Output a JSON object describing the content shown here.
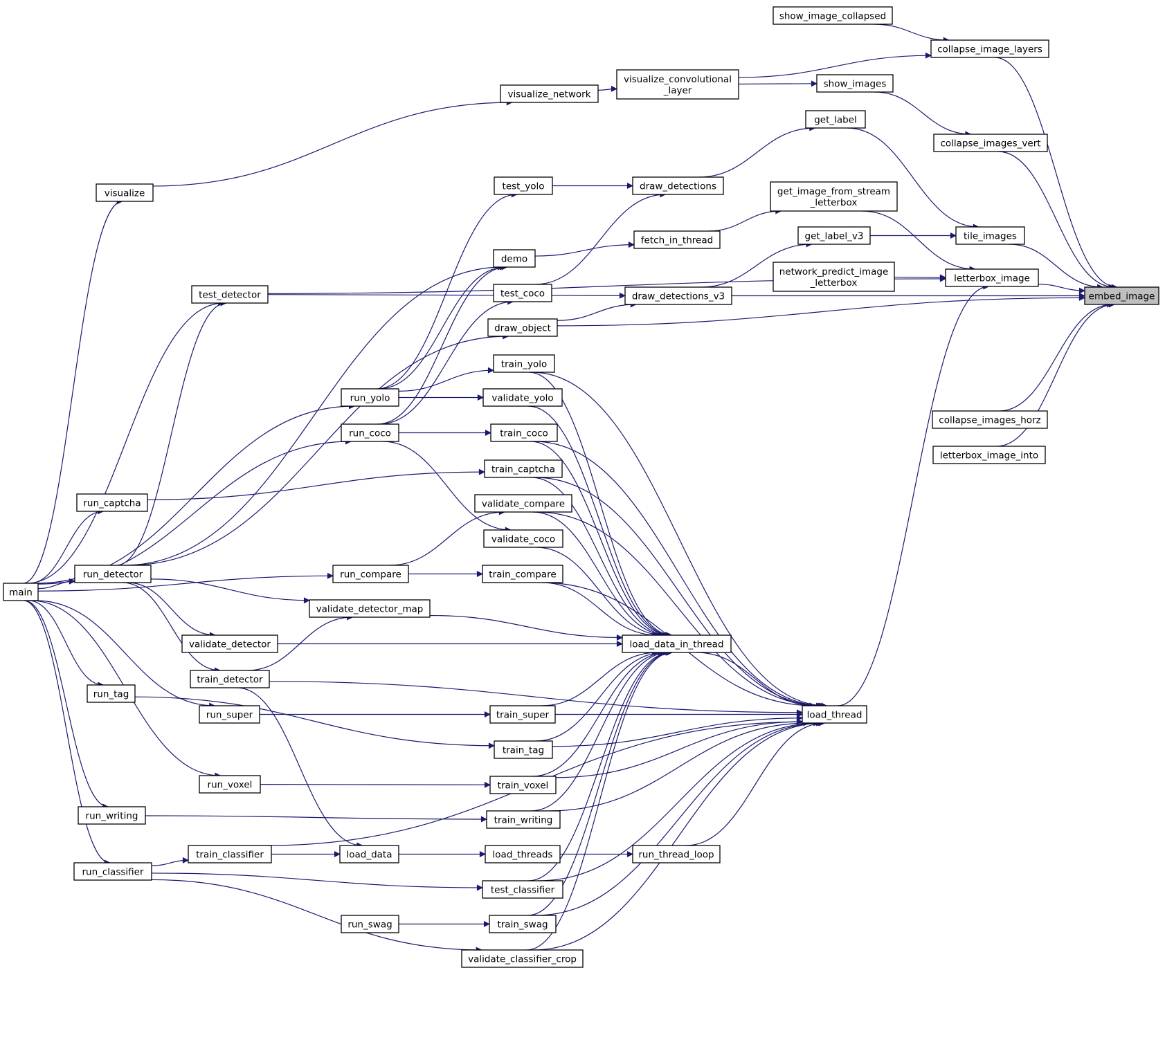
{
  "colors": {
    "edge": "#191970",
    "node_border": "#000000",
    "root_fill": "#bfbfbf",
    "node_fill": "#ffffff"
  },
  "nodes": [
    {
      "id": "embed_image",
      "lines": [
        "embed_image"
      ],
      "root": true
    },
    {
      "id": "show_image_collapsed",
      "lines": [
        "show_image_collapsed"
      ]
    },
    {
      "id": "collapse_image_layers",
      "lines": [
        "collapse_image_layers"
      ]
    },
    {
      "id": "visualize_convolutional_layer",
      "lines": [
        "visualize_convolutional",
        "_layer"
      ]
    },
    {
      "id": "visualize_network",
      "lines": [
        "visualize_network"
      ]
    },
    {
      "id": "show_images",
      "lines": [
        "show_images"
      ]
    },
    {
      "id": "get_label",
      "lines": [
        "get_label"
      ]
    },
    {
      "id": "collapse_images_vert",
      "lines": [
        "collapse_images_vert"
      ]
    },
    {
      "id": "visualize",
      "lines": [
        "visualize"
      ]
    },
    {
      "id": "test_yolo",
      "lines": [
        "test_yolo"
      ]
    },
    {
      "id": "draw_detections",
      "lines": [
        "draw_detections"
      ]
    },
    {
      "id": "get_image_from_stream_letterbox",
      "lines": [
        "get_image_from_stream",
        "_letterbox"
      ]
    },
    {
      "id": "fetch_in_thread",
      "lines": [
        "fetch_in_thread"
      ]
    },
    {
      "id": "get_label_v3",
      "lines": [
        "get_label_v3"
      ]
    },
    {
      "id": "tile_images",
      "lines": [
        "tile_images"
      ]
    },
    {
      "id": "demo",
      "lines": [
        "demo"
      ]
    },
    {
      "id": "network_predict_image_letterbox",
      "lines": [
        "network_predict_image",
        "_letterbox"
      ]
    },
    {
      "id": "letterbox_image",
      "lines": [
        "letterbox_image"
      ]
    },
    {
      "id": "test_detector",
      "lines": [
        "test_detector"
      ]
    },
    {
      "id": "test_coco",
      "lines": [
        "test_coco"
      ]
    },
    {
      "id": "draw_detections_v3",
      "lines": [
        "draw_detections_v3"
      ]
    },
    {
      "id": "draw_object",
      "lines": [
        "draw_object"
      ]
    },
    {
      "id": "train_yolo",
      "lines": [
        "train_yolo"
      ]
    },
    {
      "id": "run_yolo",
      "lines": [
        "run_yolo"
      ]
    },
    {
      "id": "validate_yolo",
      "lines": [
        "validate_yolo"
      ]
    },
    {
      "id": "collapse_images_horz",
      "lines": [
        "collapse_images_horz"
      ]
    },
    {
      "id": "run_coco",
      "lines": [
        "run_coco"
      ]
    },
    {
      "id": "train_coco",
      "lines": [
        "train_coco"
      ]
    },
    {
      "id": "letterbox_image_into",
      "lines": [
        "letterbox_image_into"
      ]
    },
    {
      "id": "train_captcha",
      "lines": [
        "train_captcha"
      ]
    },
    {
      "id": "run_captcha",
      "lines": [
        "run_captcha"
      ]
    },
    {
      "id": "validate_compare",
      "lines": [
        "validate_compare"
      ]
    },
    {
      "id": "validate_coco",
      "lines": [
        "validate_coco"
      ]
    },
    {
      "id": "run_detector",
      "lines": [
        "run_detector"
      ]
    },
    {
      "id": "run_compare",
      "lines": [
        "run_compare"
      ]
    },
    {
      "id": "train_compare",
      "lines": [
        "train_compare"
      ]
    },
    {
      "id": "main",
      "lines": [
        "main"
      ]
    },
    {
      "id": "validate_detector_map",
      "lines": [
        "validate_detector_map"
      ]
    },
    {
      "id": "validate_detector",
      "lines": [
        "validate_detector"
      ]
    },
    {
      "id": "load_data_in_thread",
      "lines": [
        "load_data_in_thread"
      ]
    },
    {
      "id": "train_detector",
      "lines": [
        "train_detector"
      ]
    },
    {
      "id": "run_tag",
      "lines": [
        "run_tag"
      ]
    },
    {
      "id": "run_super",
      "lines": [
        "run_super"
      ]
    },
    {
      "id": "train_super",
      "lines": [
        "train_super"
      ]
    },
    {
      "id": "load_thread",
      "lines": [
        "load_thread"
      ]
    },
    {
      "id": "train_tag",
      "lines": [
        "train_tag"
      ]
    },
    {
      "id": "run_voxel",
      "lines": [
        "run_voxel"
      ]
    },
    {
      "id": "train_voxel",
      "lines": [
        "train_voxel"
      ]
    },
    {
      "id": "run_writing",
      "lines": [
        "run_writing"
      ]
    },
    {
      "id": "train_writing",
      "lines": [
        "train_writing"
      ]
    },
    {
      "id": "train_classifier",
      "lines": [
        "train_classifier"
      ]
    },
    {
      "id": "load_data",
      "lines": [
        "load_data"
      ]
    },
    {
      "id": "load_threads",
      "lines": [
        "load_threads"
      ]
    },
    {
      "id": "run_thread_loop",
      "lines": [
        "run_thread_loop"
      ]
    },
    {
      "id": "run_classifier",
      "lines": [
        "run_classifier"
      ]
    },
    {
      "id": "test_classifier",
      "lines": [
        "test_classifier"
      ]
    },
    {
      "id": "run_swag",
      "lines": [
        "run_swag"
      ]
    },
    {
      "id": "train_swag",
      "lines": [
        "train_swag"
      ]
    },
    {
      "id": "validate_classifier_crop",
      "lines": [
        "validate_classifier_crop"
      ]
    }
  ],
  "edges": [
    {
      "from": "show_image_collapsed",
      "to": "collapse_image_layers"
    },
    {
      "from": "collapse_image_layers",
      "to": "embed_image"
    },
    {
      "from": "visualize_convolutional_layer",
      "to": "collapse_image_layers"
    },
    {
      "from": "visualize_network",
      "to": "visualize_convolutional_layer"
    },
    {
      "from": "visualize_convolutional_layer",
      "to": "show_images"
    },
    {
      "from": "show_images",
      "to": "collapse_images_vert"
    },
    {
      "from": "collapse_images_vert",
      "to": "embed_image"
    },
    {
      "from": "visualize",
      "to": "visualize_network"
    },
    {
      "from": "main",
      "to": "visualize"
    },
    {
      "from": "get_label",
      "to": "tile_images"
    },
    {
      "from": "tile_images",
      "to": "embed_image"
    },
    {
      "from": "draw_detections",
      "to": "get_label"
    },
    {
      "from": "test_yolo",
      "to": "draw_detections"
    },
    {
      "from": "test_coco",
      "to": "draw_detections"
    },
    {
      "from": "run_yolo",
      "to": "test_yolo"
    },
    {
      "from": "get_image_from_stream_letterbox",
      "to": "letterbox_image"
    },
    {
      "from": "fetch_in_thread",
      "to": "get_image_from_stream_letterbox"
    },
    {
      "from": "demo",
      "to": "fetch_in_thread"
    },
    {
      "from": "get_label_v3",
      "to": "tile_images"
    },
    {
      "from": "draw_detections_v3",
      "to": "get_label_v3"
    },
    {
      "from": "network_predict_image_letterbox",
      "to": "letterbox_image"
    },
    {
      "from": "letterbox_image",
      "to": "embed_image"
    },
    {
      "from": "test_detector",
      "to": "letterbox_image"
    },
    {
      "from": "test_detector",
      "to": "draw_detections_v3"
    },
    {
      "from": "draw_detections_v3",
      "to": "embed_image"
    },
    {
      "from": "draw_object",
      "to": "draw_detections_v3"
    },
    {
      "from": "draw_object",
      "to": "embed_image"
    },
    {
      "from": "load_thread",
      "to": "letterbox_image"
    },
    {
      "from": "collapse_images_horz",
      "to": "embed_image"
    },
    {
      "from": "letterbox_image_into",
      "to": "embed_image"
    },
    {
      "from": "run_yolo",
      "to": "demo"
    },
    {
      "from": "run_coco",
      "to": "demo"
    },
    {
      "from": "run_detector",
      "to": "demo"
    },
    {
      "from": "run_coco",
      "to": "test_coco"
    },
    {
      "from": "run_detector",
      "to": "draw_object"
    },
    {
      "from": "run_yolo",
      "to": "train_yolo"
    },
    {
      "from": "run_yolo",
      "to": "validate_yolo"
    },
    {
      "from": "run_coco",
      "to": "train_coco"
    },
    {
      "from": "run_coco",
      "to": "validate_coco"
    },
    {
      "from": "main",
      "to": "run_yolo"
    },
    {
      "from": "main",
      "to": "run_coco"
    },
    {
      "from": "main",
      "to": "test_detector"
    },
    {
      "from": "run_detector",
      "to": "test_detector"
    },
    {
      "from": "run_captcha",
      "to": "train_captcha"
    },
    {
      "from": "main",
      "to": "run_captcha"
    },
    {
      "from": "run_compare",
      "to": "validate_compare"
    },
    {
      "from": "run_compare",
      "to": "train_compare"
    },
    {
      "from": "main",
      "to": "run_compare"
    },
    {
      "from": "main",
      "to": "run_detector"
    },
    {
      "from": "run_detector",
      "to": "validate_detector_map"
    },
    {
      "from": "run_detector",
      "to": "validate_detector"
    },
    {
      "from": "run_detector",
      "to": "train_detector"
    },
    {
      "from": "train_detector",
      "to": "validate_detector_map"
    },
    {
      "from": "main",
      "to": "run_tag"
    },
    {
      "from": "main",
      "to": "run_super"
    },
    {
      "from": "main",
      "to": "run_voxel"
    },
    {
      "from": "main",
      "to": "run_writing"
    },
    {
      "from": "main",
      "to": "run_classifier"
    },
    {
      "from": "run_super",
      "to": "train_super"
    },
    {
      "from": "run_tag",
      "to": "train_tag"
    },
    {
      "from": "run_voxel",
      "to": "train_voxel"
    },
    {
      "from": "run_writing",
      "to": "train_writing"
    },
    {
      "from": "run_classifier",
      "to": "train_classifier"
    },
    {
      "from": "run_classifier",
      "to": "test_classifier"
    },
    {
      "from": "run_classifier",
      "to": "validate_classifier_crop"
    },
    {
      "from": "train_classifier",
      "to": "load_data"
    },
    {
      "from": "train_detector",
      "to": "load_data"
    },
    {
      "from": "load_data",
      "to": "load_threads"
    },
    {
      "from": "load_threads",
      "to": "run_thread_loop"
    },
    {
      "from": "run_thread_loop",
      "to": "load_thread"
    },
    {
      "from": "run_swag",
      "to": "train_swag"
    },
    {
      "from": "load_data_in_thread",
      "to": "load_thread"
    },
    {
      "from": "train_yolo",
      "to": "load_data_in_thread"
    },
    {
      "from": "validate_yolo",
      "to": "load_data_in_thread"
    },
    {
      "from": "train_coco",
      "to": "load_data_in_thread"
    },
    {
      "from": "train_captcha",
      "to": "load_data_in_thread"
    },
    {
      "from": "validate_compare",
      "to": "load_data_in_thread"
    },
    {
      "from": "validate_coco",
      "to": "load_data_in_thread"
    },
    {
      "from": "train_compare",
      "to": "load_data_in_thread"
    },
    {
      "from": "validate_detector_map",
      "to": "load_data_in_thread"
    },
    {
      "from": "validate_detector",
      "to": "load_data_in_thread"
    },
    {
      "from": "train_super",
      "to": "load_data_in_thread"
    },
    {
      "from": "train_tag",
      "to": "load_data_in_thread"
    },
    {
      "from": "train_voxel",
      "to": "load_data_in_thread"
    },
    {
      "from": "train_writing",
      "to": "load_data_in_thread"
    },
    {
      "from": "test_classifier",
      "to": "load_data_in_thread"
    },
    {
      "from": "train_swag",
      "to": "load_data_in_thread"
    },
    {
      "from": "validate_classifier_crop",
      "to": "load_data_in_thread"
    },
    {
      "from": "train_yolo",
      "to": "load_thread"
    },
    {
      "from": "train_coco",
      "to": "load_thread"
    },
    {
      "from": "train_captcha",
      "to": "load_thread"
    },
    {
      "from": "validate_compare",
      "to": "load_thread"
    },
    {
      "from": "train_compare",
      "to": "load_thread"
    },
    {
      "from": "train_detector",
      "to": "load_thread"
    },
    {
      "from": "train_super",
      "to": "load_thread"
    },
    {
      "from": "train_tag",
      "to": "load_thread"
    },
    {
      "from": "train_voxel",
      "to": "load_thread"
    },
    {
      "from": "train_writing",
      "to": "load_thread"
    },
    {
      "from": "test_classifier",
      "to": "load_thread"
    },
    {
      "from": "train_swag",
      "to": "load_thread"
    },
    {
      "from": "validate_classifier_crop",
      "to": "load_thread"
    },
    {
      "from": "train_classifier",
      "to": "load_thread"
    }
  ]
}
